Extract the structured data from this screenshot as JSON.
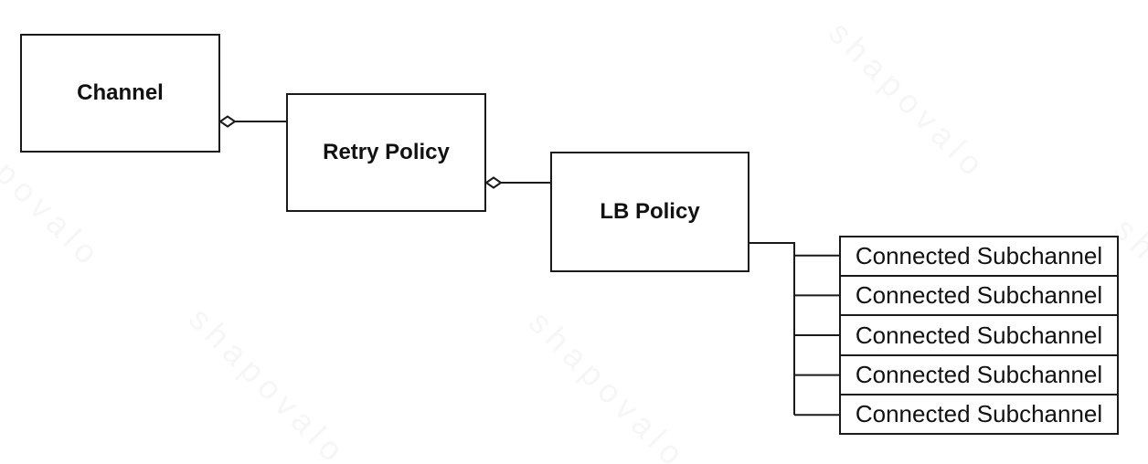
{
  "diagram": {
    "background_color": "#ffffff",
    "line_color": "#1a1a1a",
    "box_fill_color": "#ffffff",
    "text_color": "#111111",
    "nodes": {
      "channel": {
        "label": "Channel"
      },
      "retry_policy": {
        "label": "Retry Policy"
      },
      "lb_policy": {
        "label": "LB Policy"
      }
    },
    "subchannels": {
      "count": 5,
      "items": [
        "Connected Subchannel",
        "Connected Subchannel",
        "Connected Subchannel",
        "Connected Subchannel",
        "Connected Subchannel"
      ]
    },
    "edges": [
      {
        "from": "Channel",
        "to": "Retry Policy",
        "type": "aggregation-diamond"
      },
      {
        "from": "Retry Policy",
        "to": "LB Policy",
        "type": "aggregation-diamond"
      },
      {
        "from": "LB Policy",
        "to": "Connected Subchannel x5",
        "type": "branching-line"
      }
    ],
    "watermark": {
      "text": "shapovalo"
    }
  }
}
